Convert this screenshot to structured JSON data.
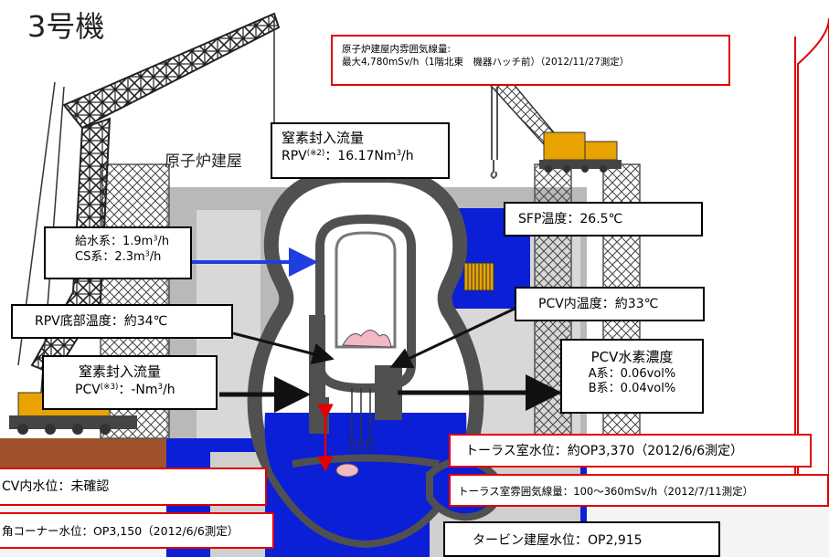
{
  "title": "3号機",
  "building_label": "原子炉建屋",
  "boxes": {
    "atmosphere_dose": {
      "line1": "原子炉建屋内雰囲気線量:",
      "line2": "最大4,780mSv/h（1階北東　機器ハッチ前）（2012/11/27測定）"
    },
    "nitrogen_rpv": {
      "title": "窒素封入流量",
      "prefix": "RPV",
      "note": "(※2)",
      "value": "：16.17Nm",
      "exp": "3",
      "unit": "/h"
    },
    "feedwater": {
      "fw_prefix": "給水系：1.9m",
      "fw_exp": "3",
      "fw_unit": "/h",
      "cs_prefix": "CS系：2.3m",
      "cs_exp": "3",
      "cs_unit": "/h"
    },
    "sfp_temp": {
      "text": "SFP温度：26.5℃"
    },
    "pcv_temp": {
      "text": "PCV内温度：約33℃"
    },
    "rpv_bottom_temp": {
      "text": "RPV底部温度：約34℃"
    },
    "nitrogen_pcv": {
      "title": "窒素封入流量",
      "prefix": "PCV",
      "note": "(※3)",
      "value": "：-Nm",
      "exp": "3",
      "unit": "/h"
    },
    "pcv_hydrogen": {
      "title": "PCV水素濃度",
      "a": "A系：0.06vol%",
      "b": "B系：0.04vol%"
    },
    "torus_water": {
      "text": "トーラス室水位：約OP3,370（2012/6/6測定）"
    },
    "pcv_water": {
      "text": "CV内水位：未確認"
    },
    "torus_dose": {
      "text": "トーラス室雰囲気線量：100～360mSv/h（2012/7/11測定）"
    },
    "corner_water": {
      "text": "角コーナー水位：OP3,150（2012/6/6測定）"
    },
    "turbine_water": {
      "text": "タービン建屋水位：OP2,915"
    }
  },
  "colors": {
    "label_border": "#e00000",
    "water": "#0a1fd6",
    "vessel": "#505050",
    "arrow_blue": "#1f3ee0",
    "arrow_red": "#e00000",
    "crane": "#2a2a2a",
    "crane_yellow": "#e8a300",
    "ground": "#a0522d",
    "callout_border": "#e00000"
  },
  "icons": [
    "crane-large",
    "crane-small",
    "hook",
    "arrow-right",
    "arrow-double-red",
    "fuel-debris"
  ]
}
